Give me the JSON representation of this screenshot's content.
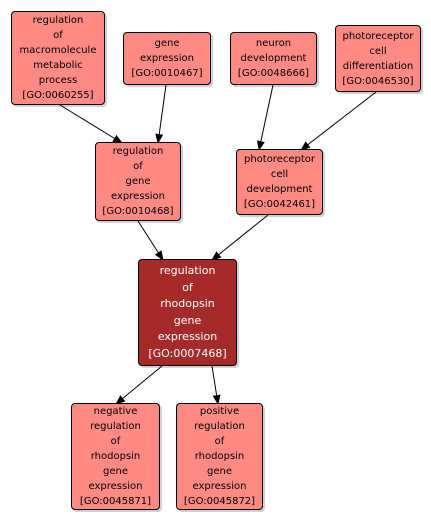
{
  "colors": {
    "node_fill": "#ff8a84",
    "focus_fill": "#a52a2a",
    "edge": "#000000"
  },
  "nodes": {
    "go_0060255": {
      "lines": [
        "regulation",
        "of",
        "macromolecule",
        "metabolic",
        "process",
        "[GO:0060255]"
      ]
    },
    "go_0010467": {
      "lines": [
        "gene",
        "expression",
        "[GO:0010467]"
      ]
    },
    "go_0048666": {
      "lines": [
        "neuron",
        "development",
        "[GO:0048666]"
      ]
    },
    "go_0046530": {
      "lines": [
        "photoreceptor",
        "cell",
        "differentiation",
        "[GO:0046530]"
      ]
    },
    "go_0010468": {
      "lines": [
        "regulation",
        "of",
        "gene",
        "expression",
        "[GO:0010468]"
      ]
    },
    "go_0042461": {
      "lines": [
        "photoreceptor",
        "cell",
        "development",
        "[GO:0042461]"
      ]
    },
    "go_0007468": {
      "lines": [
        "regulation",
        "of",
        "rhodopsin",
        "gene",
        "expression",
        "[GO:0007468]"
      ]
    },
    "go_0045871": {
      "lines": [
        "negative",
        "regulation",
        "of",
        "rhodopsin",
        "gene",
        "expression",
        "[GO:0045871]"
      ]
    },
    "go_0045872": {
      "lines": [
        "positive",
        "regulation",
        "of",
        "rhodopsin",
        "gene",
        "expression",
        "[GO:0045872]"
      ]
    }
  }
}
